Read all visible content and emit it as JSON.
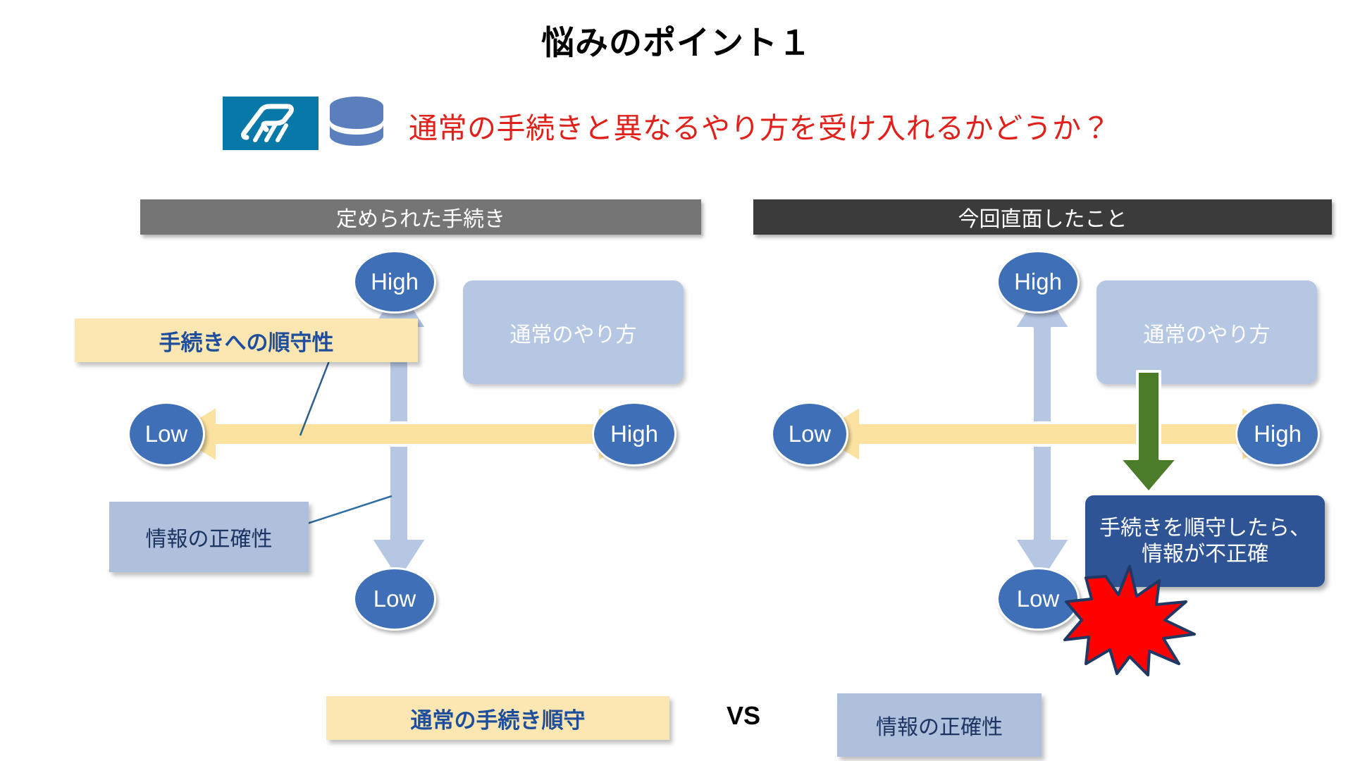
{
  "slide": {
    "title": "悩みのポイント１",
    "subtitle": "通常の手続きと異なるやり方を受け入れるかどうか？",
    "subtitle_color": "#E0211B",
    "title_color": "#000000",
    "background": "#FFFFFF"
  },
  "icons": {
    "logo_square": "statistics-bureau-logo-icon",
    "database": "database-cylinder-icon",
    "logo_bg_color": "#0878A8",
    "database_color": "#5B7FBC"
  },
  "panels": [
    {
      "id": "left",
      "header_label": "定められた手続き",
      "header_color": "#757575",
      "axis": {
        "vertical_top_label": "High",
        "vertical_bottom_label": "Low",
        "horizontal_left_label": "Low",
        "horizontal_right_label": "High",
        "vertical_arrow_color": "#B6C7E4",
        "horizontal_arrow_color": "#FCE2A0",
        "node_color": "#3E6FB7"
      },
      "callouts": [
        {
          "name": "compliance-label",
          "text": "手続きへの順守性",
          "style": "yellow"
        },
        {
          "name": "normal-way-box",
          "text": "通常のやり方",
          "style": "blue"
        },
        {
          "name": "accuracy-box",
          "text": "情報の正確性",
          "style": "grey-blue"
        }
      ]
    },
    {
      "id": "right",
      "header_label": "今回直面したこと",
      "header_color": "#3B3B3B",
      "axis": {
        "vertical_top_label": "High",
        "vertical_bottom_label": "Low",
        "horizontal_left_label": "Low",
        "horizontal_right_label": "High",
        "vertical_arrow_color": "#B6C7E4",
        "horizontal_arrow_color": "#FCE2A0",
        "node_color": "#3E6FB7"
      },
      "callouts": [
        {
          "name": "normal-way-box",
          "text": "通常のやり方",
          "style": "blue"
        },
        {
          "name": "problem-box",
          "text_line1": "手続きを順守したら、",
          "text_line2": "情報が不正確",
          "style": "navy"
        }
      ],
      "green_arrow_color": "#4B7C2A",
      "burst_color": "#FF0000",
      "burst_outline": "#1F3864"
    }
  ],
  "footer": {
    "left_label": "通常の手続き順守",
    "vs_label": "VS",
    "right_label": "情報の正確性",
    "left_color": "#FCE7B2",
    "right_color": "#AFC0DC"
  }
}
